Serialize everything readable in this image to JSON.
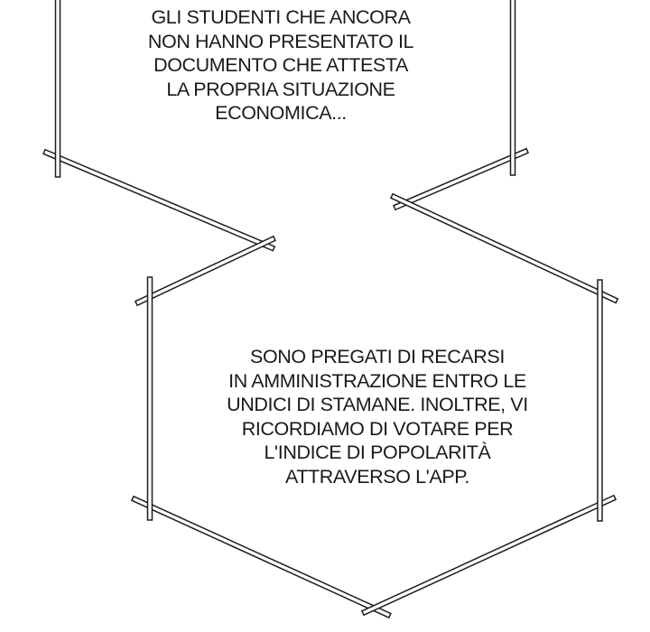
{
  "page": {
    "background_color": "#ffffff",
    "ink_color": "#1a1a1a",
    "bubble_fill": "#ffffff",
    "bubble_stroke": "#1d1d1d"
  },
  "bubbles": [
    {
      "id": "announcement-top",
      "lines": [
        "GLI STUDENTI CHE ANCORA",
        "NON HANNO PRESENTATO IL",
        "DOCUMENTO CHE ATTESTA",
        "LA PROPRIA SITUAZIONE",
        "ECONOMICA..."
      ]
    },
    {
      "id": "announcement-bottom",
      "lines": [
        "SONO PREGATI DI RECARSI",
        "IN AMMINISTRAZIONE ENTRO LE",
        "UNDICI DI STAMANE. INOLTRE, VI",
        "RICORDIAMO DI VOTARE PER",
        "L'INDICE DI POPOLARITÀ",
        "ATTRAVERSO L'APP."
      ]
    }
  ]
}
